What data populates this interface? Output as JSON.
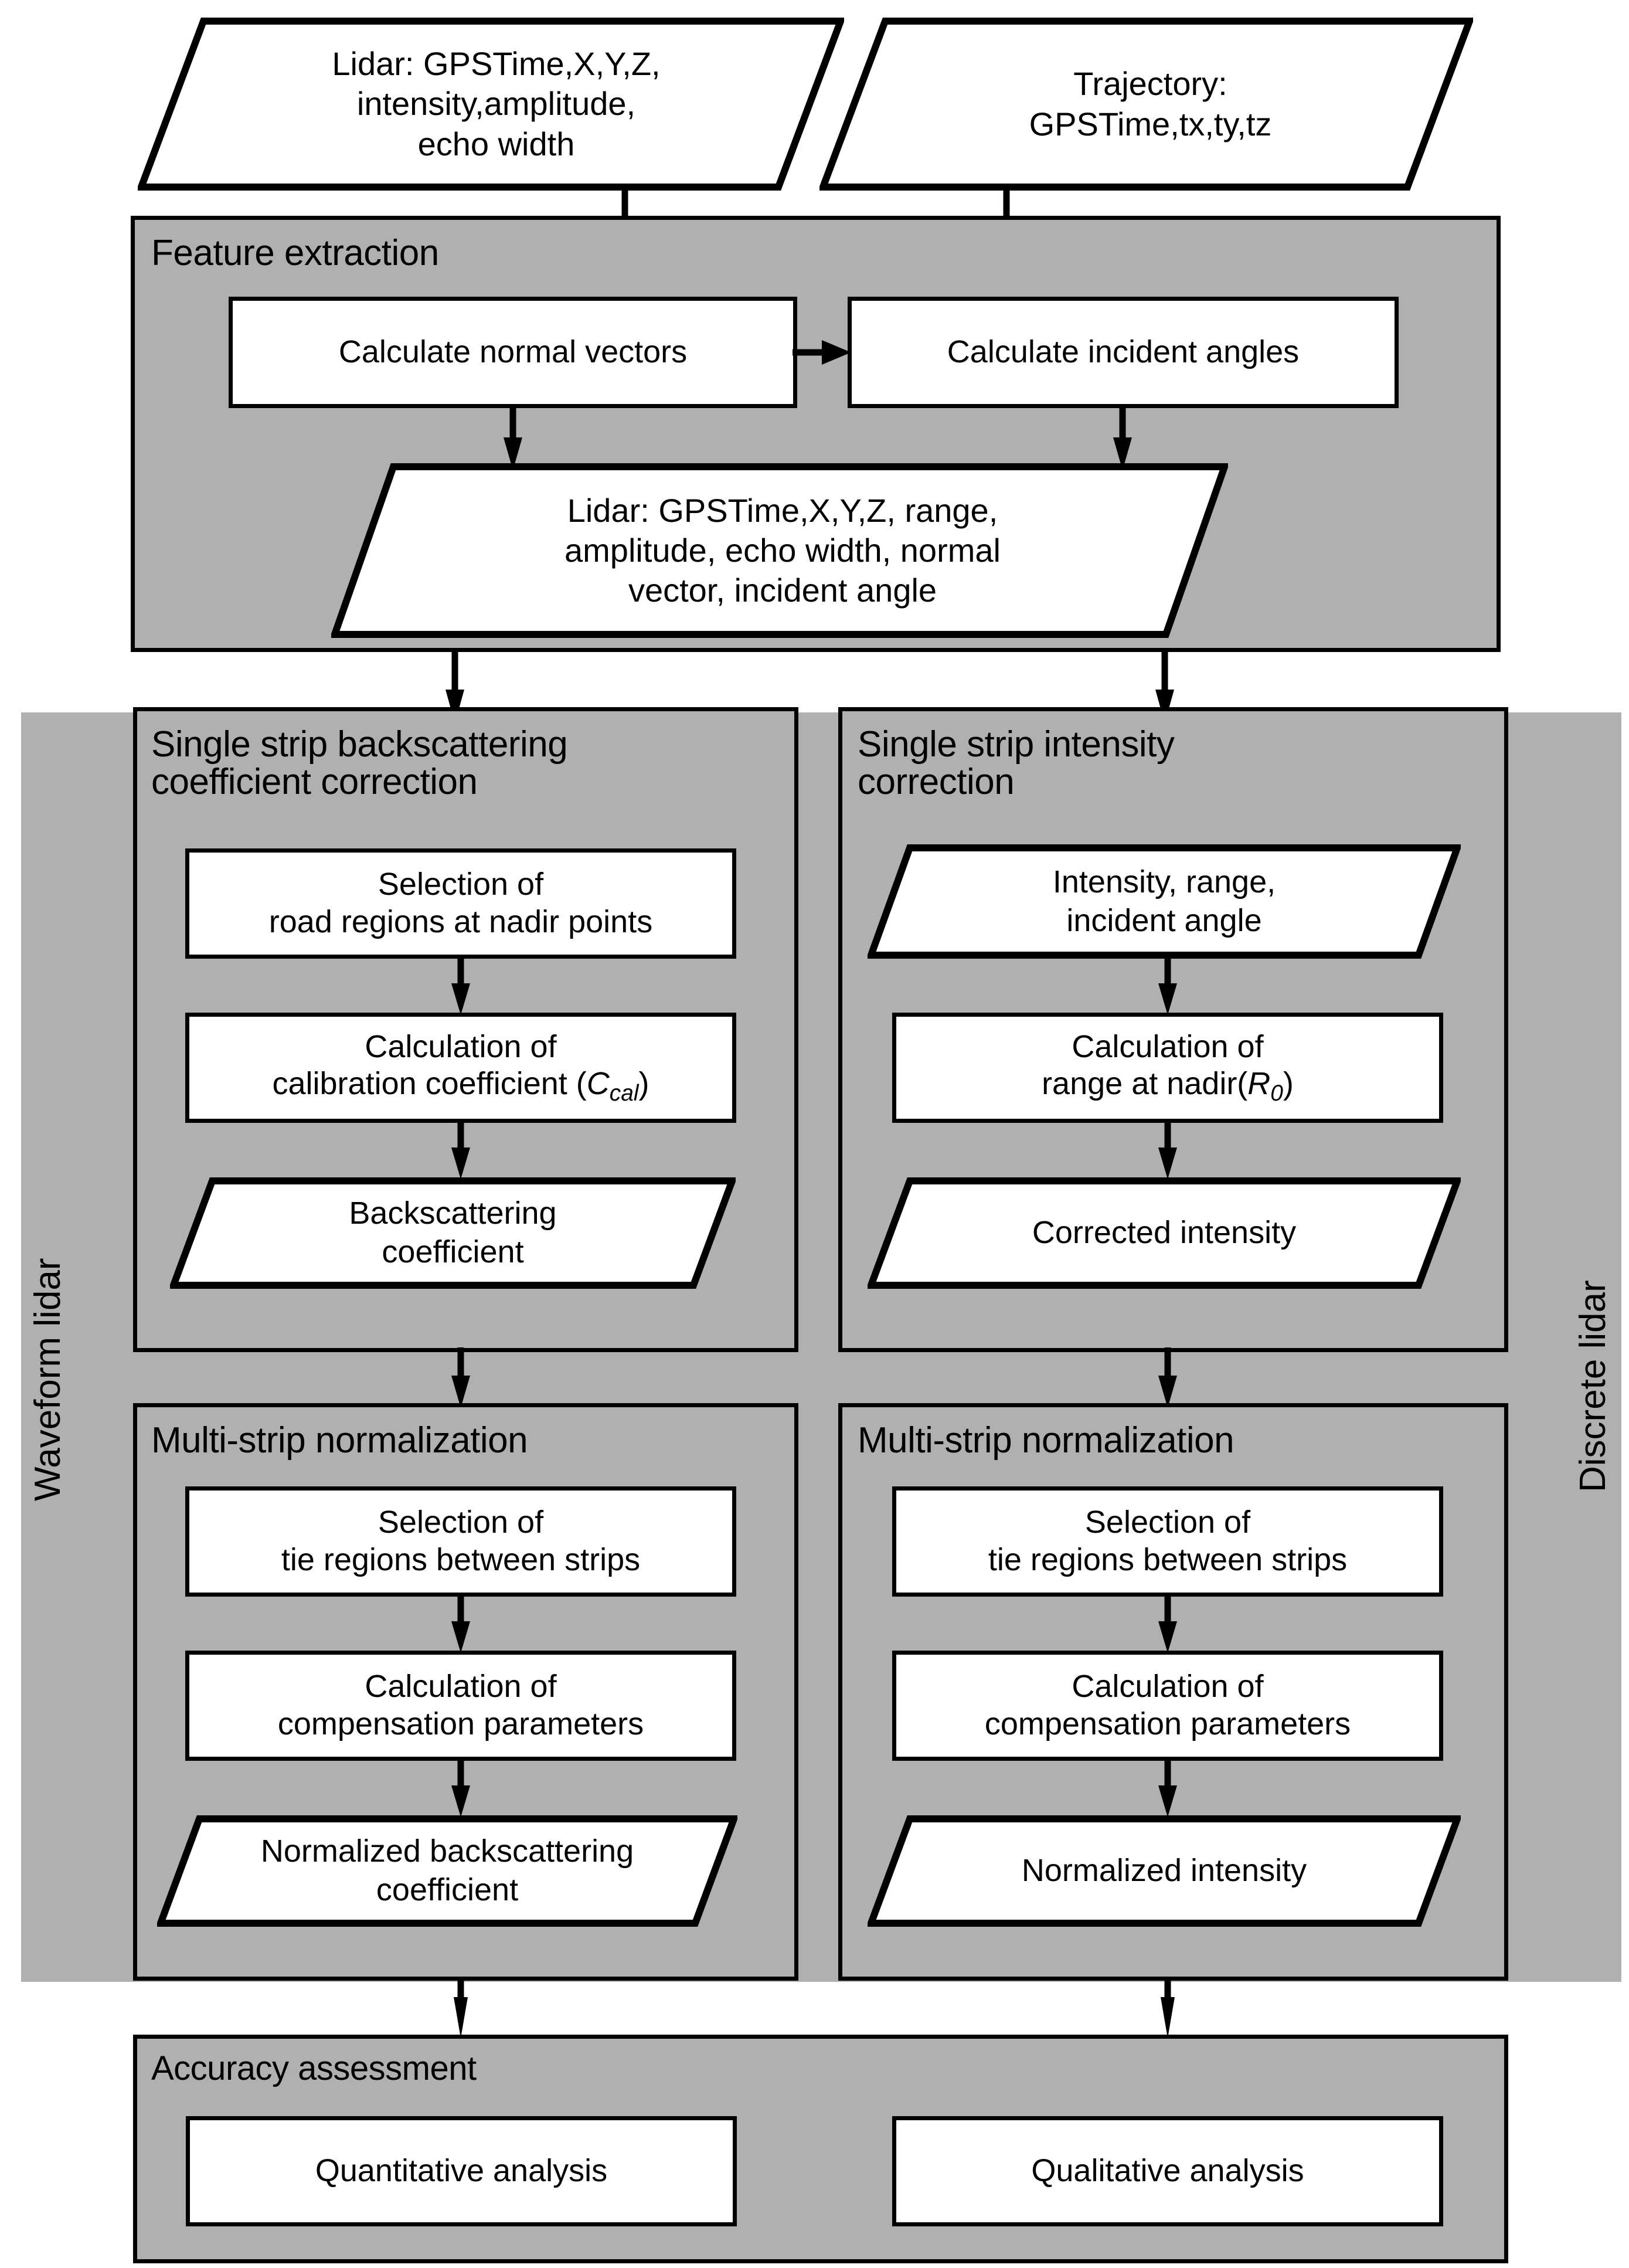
{
  "side_labels": {
    "left": "Waveform lidar",
    "right": "Discrete lidar"
  },
  "inputs": {
    "lidar_input": "Lidar: GPSTime,X,Y,Z,\nintensity,amplitude,\necho width",
    "trajectory_input": "Trajectory:\nGPSTime,tx,ty,tz"
  },
  "feature_extraction": {
    "title": "Feature extraction",
    "calc_normal_vectors": "Calculate normal vectors",
    "calc_incident_angles": "Calculate incident angles",
    "lidar_output": "Lidar: GPSTime,X,Y,Z, range,\namplitude, echo width, normal\nvector, incident angle"
  },
  "left_branch": {
    "single_strip": {
      "title": "Single strip backscattering\ncoefficient correction",
      "step1": "Selection of\nroad regions at nadir points",
      "step2_line1": "Calculation of",
      "step2_line2_pre": "calibration coefficient (",
      "step2_sym": "C",
      "step2_sub": "cal",
      "step2_line2_post": ")",
      "output": "Backscattering\ncoefficient"
    },
    "multi_strip": {
      "title": "Multi-strip normalization",
      "step1": "Selection of\ntie regions between strips",
      "step2": "Calculation of\ncompensation parameters",
      "output": "Normalized backscattering\ncoefficient"
    }
  },
  "right_branch": {
    "single_strip": {
      "title": "Single strip intensity\ncorrection",
      "input": "Intensity, range,\nincident angle",
      "step2_line1": "Calculation of",
      "step2_line2_pre": "range at nadir(",
      "step2_sym": "R",
      "step2_sub": "0",
      "step2_line2_post": ")",
      "output": "Corrected intensity"
    },
    "multi_strip": {
      "title": "Multi-strip normalization",
      "step1": "Selection of\ntie regions between strips",
      "step2": "Calculation of\ncompensation parameters",
      "output": "Normalized intensity"
    }
  },
  "accuracy": {
    "title": "Accuracy assessment",
    "quantitative": "Quantitative analysis",
    "qualitative": "Qualitative analysis"
  },
  "colors": {
    "panel_gray": "#b0b0b0",
    "stroke": "#000000",
    "fill_white": "#ffffff"
  }
}
